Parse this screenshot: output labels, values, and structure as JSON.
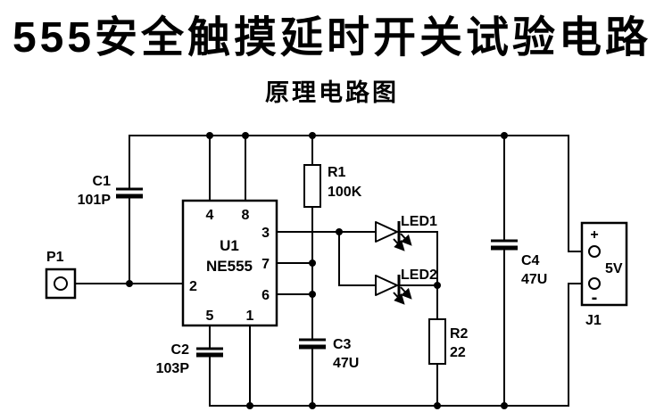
{
  "title": "555安全触摸延时开关试验电路",
  "subtitle": "原理电路图",
  "colors": {
    "background": "#ffffff",
    "line": "#000000"
  },
  "components": {
    "p1": {
      "ref": "P1"
    },
    "c1": {
      "ref": "C1",
      "value": "101P"
    },
    "c2": {
      "ref": "C2",
      "value": "103P"
    },
    "c3": {
      "ref": "C3",
      "value": "47U"
    },
    "c4": {
      "ref": "C4",
      "value": "47U"
    },
    "r1": {
      "ref": "R1",
      "value": "100K"
    },
    "r2": {
      "ref": "R2",
      "value": "22"
    },
    "led1": {
      "ref": "LED1"
    },
    "led2": {
      "ref": "LED2"
    },
    "u1": {
      "ref": "U1",
      "part": "NE555",
      "pins": {
        "p1": "1",
        "p2": "2",
        "p3": "3",
        "p4": "4",
        "p5": "5",
        "p6": "6",
        "p7": "7",
        "p8": "8"
      }
    },
    "j1": {
      "ref": "J1",
      "terminal_plus": "+",
      "terminal_minus": "-",
      "voltage": "5V"
    }
  }
}
